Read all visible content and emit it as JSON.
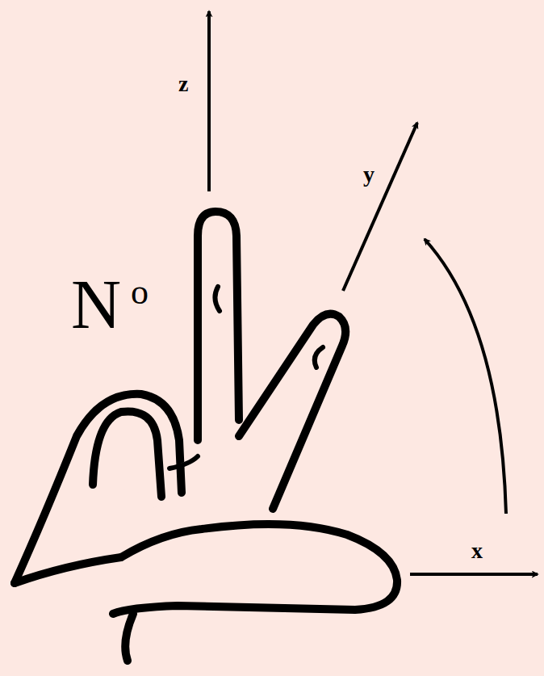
{
  "diagram": {
    "labels": [
      "z",
      "y",
      "x",
      "N",
      "o"
    ]
  }
}
